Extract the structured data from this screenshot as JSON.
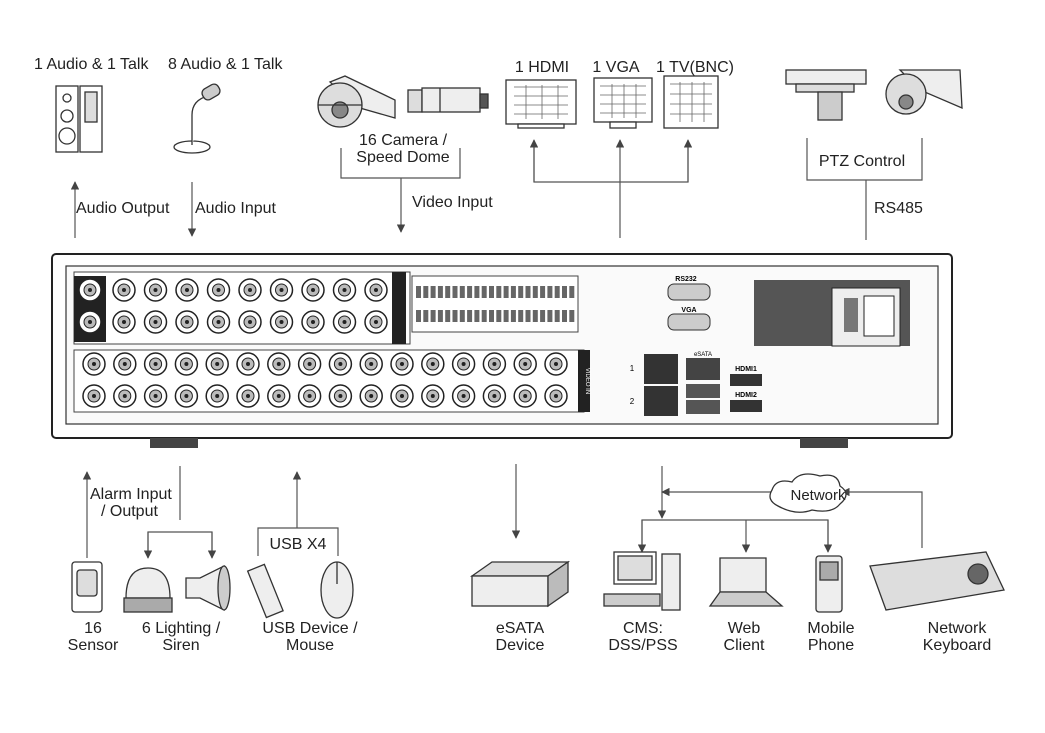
{
  "top": {
    "audio_out_devices": "1 Audio  & 1 Talk",
    "audio_in_devices": "8 Audio & 1 Talk",
    "audio_output": "Audio  Output",
    "audio_input": "Audio  Input",
    "camera_line1": "16 Camera /",
    "camera_line2": "Speed Dome",
    "video_input": "Video Input",
    "hdmi": "1 HDMI",
    "vga": "1 VGA",
    "tv": "1 TV(BNC)",
    "ptz_control": "PTZ Control",
    "rs485": "RS485"
  },
  "panel": {
    "rs232": "RS232",
    "vga_port": "VGA",
    "hdmi1": "HDMI1",
    "hdmi2": "HDMI2",
    "esata_port": "eSATA",
    "video_in": "VIDEO IN",
    "lan1": "1",
    "lan2": "2"
  },
  "bottom": {
    "alarm_line1": "Alarm Input",
    "alarm_line2": "/ Output",
    "usb_x4": "USB X4",
    "network": "Network",
    "sensor_line1": "16",
    "sensor_line2": "Sensor",
    "lighting_line1": "6 Lighting /",
    "lighting_line2": "Siren",
    "usb_line1": "USB Device /",
    "usb_line2": "Mouse",
    "esata_line1": "eSATA",
    "esata_line2": "Device",
    "cms_line1": "CMS:",
    "cms_line2": "DSS/PSS",
    "web_line1": "Web",
    "web_line2": "Client",
    "mobile_line1": "Mobile",
    "mobile_line2": "Phone",
    "keyboard_line1": "Network",
    "keyboard_line2": "Keyboard"
  }
}
